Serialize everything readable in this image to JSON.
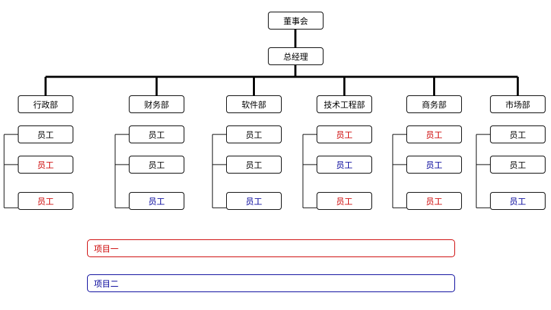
{
  "nodes": {
    "board": "董事会",
    "gm": "总经理"
  },
  "colors": {
    "line": "#000000",
    "project_one": "#cc0000",
    "project_two": "#000099"
  },
  "departments": [
    {
      "name": "行政部",
      "employees": [
        {
          "label": "员工",
          "color": "#000000"
        },
        {
          "label": "员工",
          "color": "#cc0000"
        },
        {
          "label": "员工",
          "color": "#cc0000"
        }
      ]
    },
    {
      "name": "财务部",
      "employees": [
        {
          "label": "员工",
          "color": "#000000"
        },
        {
          "label": "员工",
          "color": "#000000"
        },
        {
          "label": "员工",
          "color": "#000099"
        }
      ]
    },
    {
      "name": "软件部",
      "employees": [
        {
          "label": "员工",
          "color": "#000000"
        },
        {
          "label": "员工",
          "color": "#000000"
        },
        {
          "label": "员工",
          "color": "#000099"
        }
      ]
    },
    {
      "name": "技术工程部",
      "employees": [
        {
          "label": "员工",
          "color": "#cc0000"
        },
        {
          "label": "员工",
          "color": "#000099"
        },
        {
          "label": "员工",
          "color": "#cc0000"
        }
      ]
    },
    {
      "name": "商务部",
      "employees": [
        {
          "label": "员工",
          "color": "#cc0000"
        },
        {
          "label": "员工",
          "color": "#000099"
        },
        {
          "label": "员工",
          "color": "#cc0000"
        }
      ]
    },
    {
      "name": "市场部",
      "employees": [
        {
          "label": "员工",
          "color": "#000000"
        },
        {
          "label": "员工",
          "color": "#000000"
        },
        {
          "label": "员工",
          "color": "#000099"
        }
      ]
    }
  ],
  "projects": [
    {
      "label": "项目一",
      "color": "#cc0000"
    },
    {
      "label": "项目二",
      "color": "#000099"
    }
  ]
}
